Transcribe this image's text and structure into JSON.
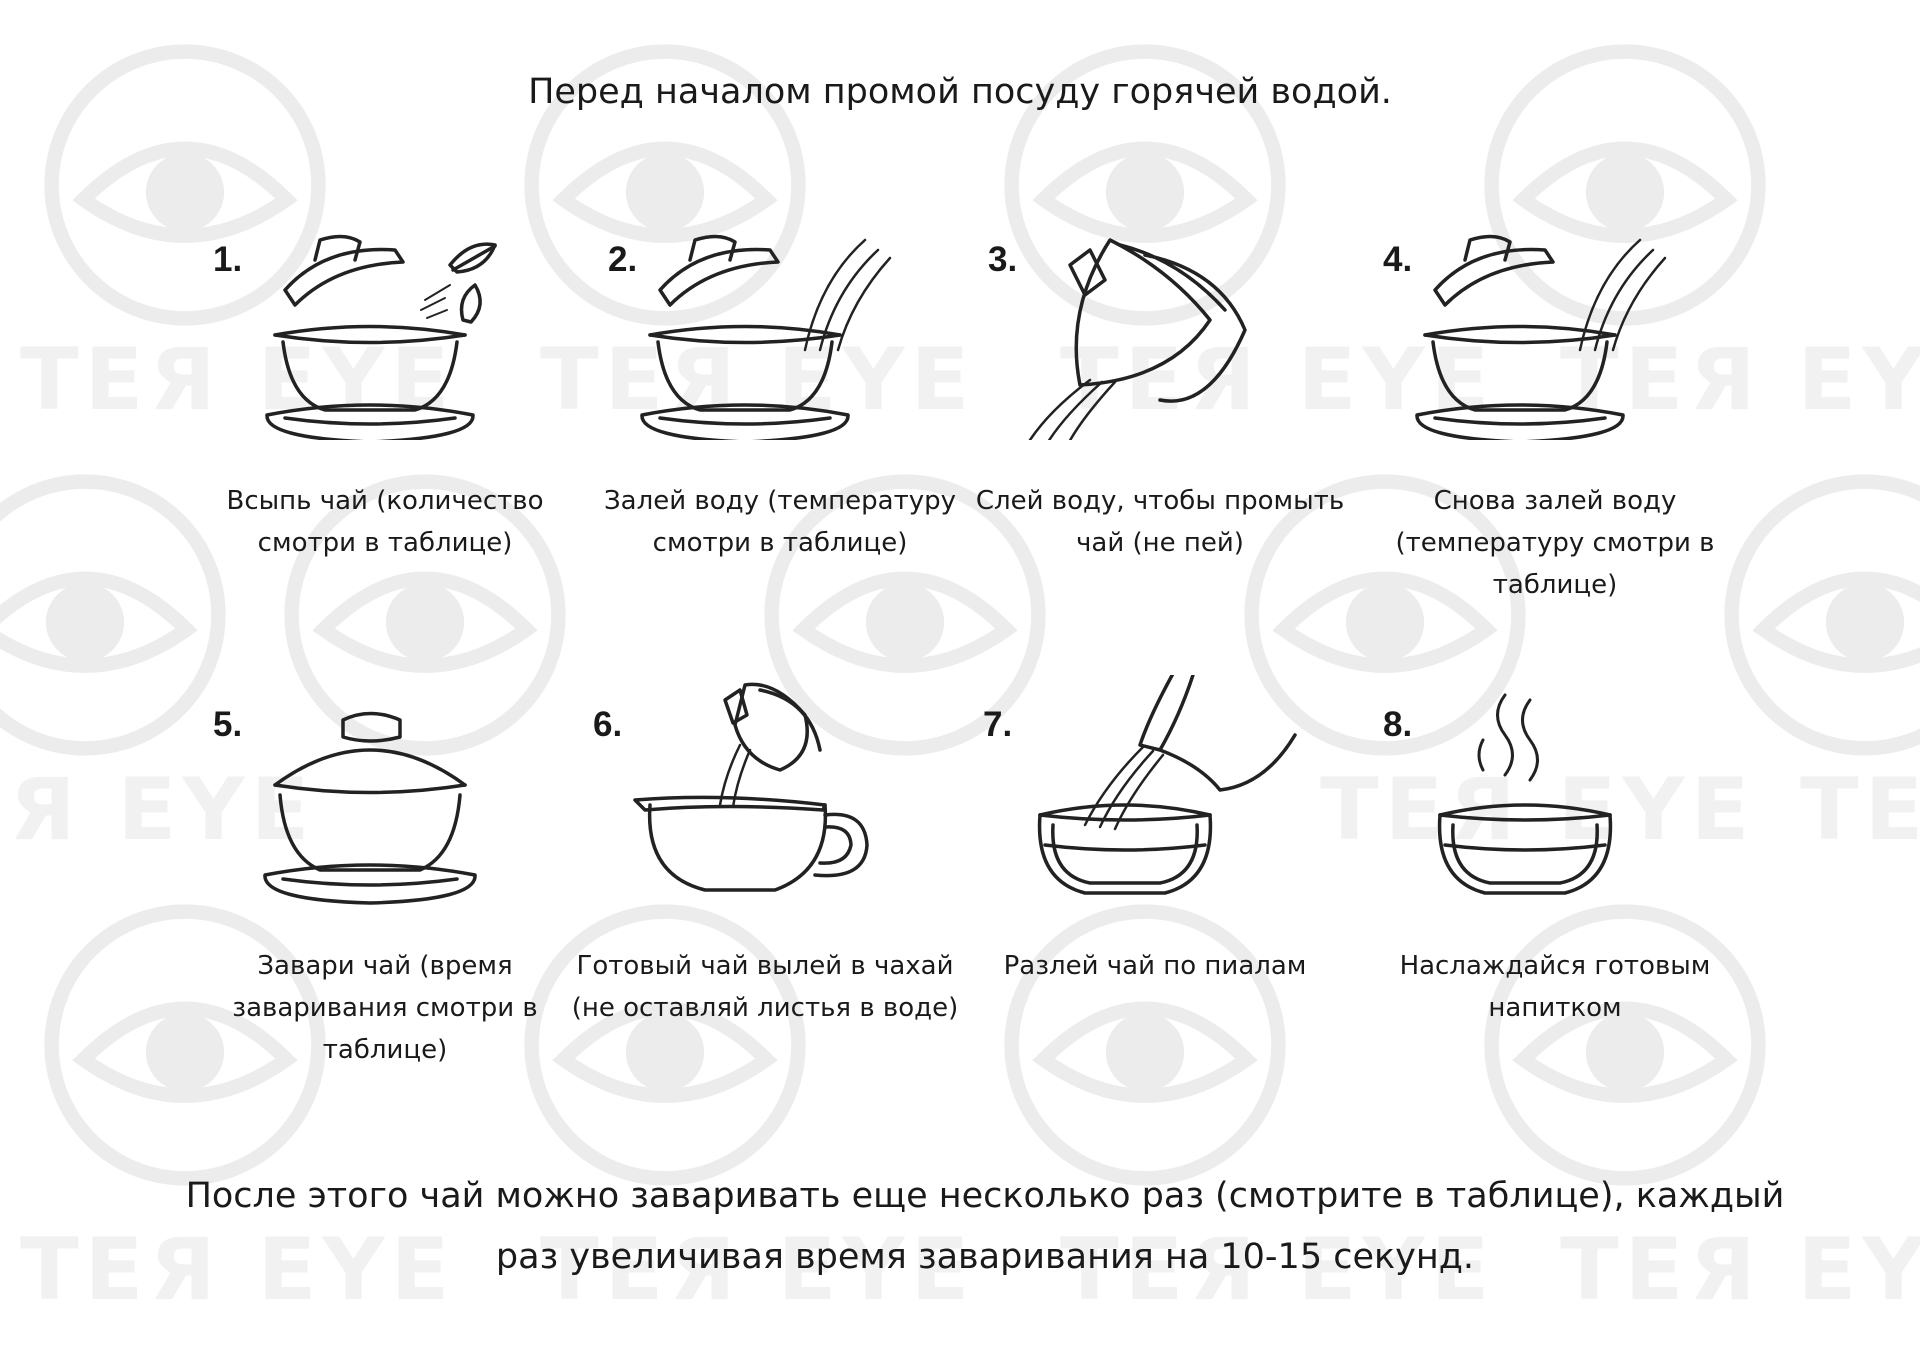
{
  "watermark": {
    "brand": "TEЯ EYE"
  },
  "intro": "Перед началом промой посуду горячей водой.",
  "steps": [
    {
      "number": "1.",
      "text": "Всыпь чай (количество смотри в таблице)",
      "illustration": "gaiwan-lid-leaves-icon"
    },
    {
      "number": "2.",
      "text": "Залей воду (температуру смотри в таблице)",
      "illustration": "gaiwan-pour-water-icon"
    },
    {
      "number": "3.",
      "text": "Слей воду, чтобы промыть чай (не пей)",
      "illustration": "gaiwan-drain-icon"
    },
    {
      "number": "4.",
      "text": "Снова залей воду (температуру смотри в таблице)",
      "illustration": "gaiwan-pour-water-icon"
    },
    {
      "number": "5.",
      "text": "Завари чай (время заваривания смотри в таблице)",
      "illustration": "gaiwan-closed-icon"
    },
    {
      "number": "6.",
      "text": "Готовый чай вылей в чахай (не оставляй листья в воде)",
      "illustration": "gaiwan-to-pitcher-icon"
    },
    {
      "number": "7.",
      "text": "Разлей чай по пиалам",
      "illustration": "pitcher-to-cup-icon"
    },
    {
      "number": "8.",
      "text": "Наслаждайся готовым напитком",
      "illustration": "steaming-cup-icon"
    }
  ],
  "outro": "После этого чай можно заваривать еще несколько раз (смотрите в таблице), каждый раз увеличивая время заваривания на 10-15 секунд."
}
